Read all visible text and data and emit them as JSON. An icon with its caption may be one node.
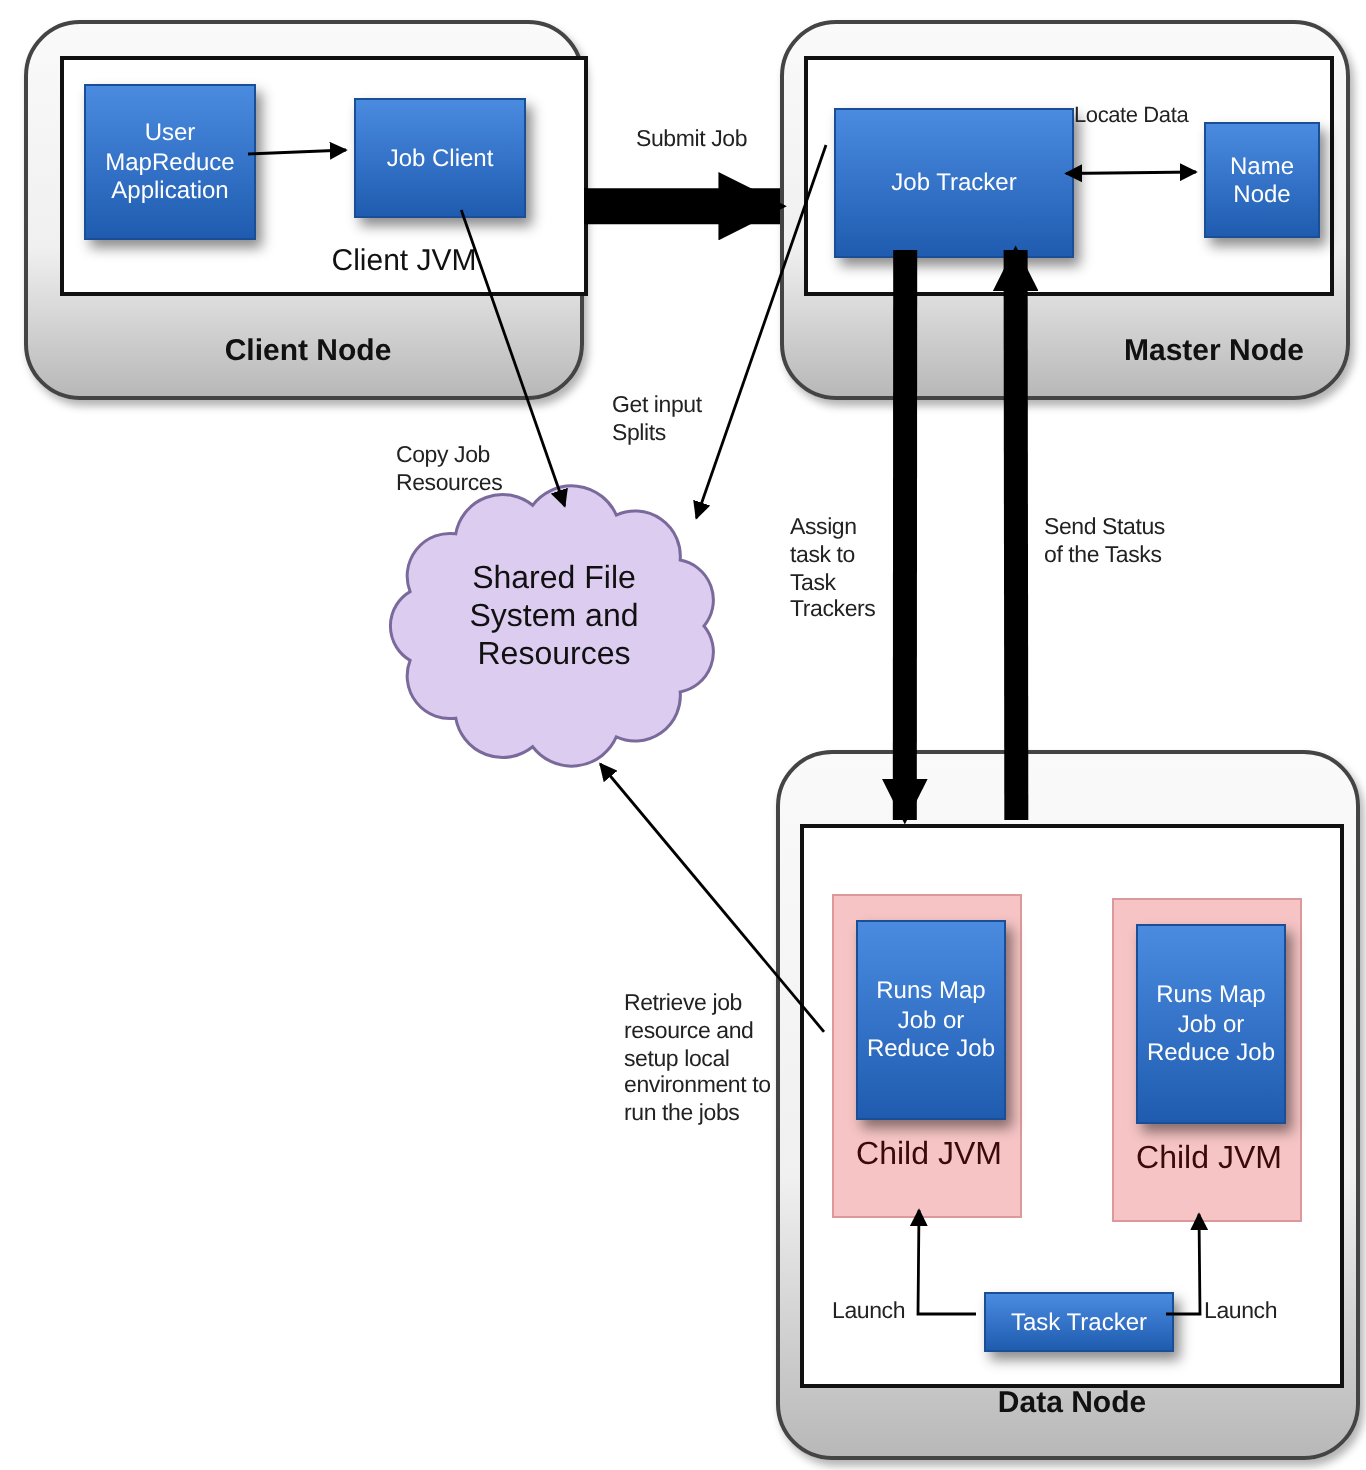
{
  "diagram": {
    "nodes": [
      {
        "text": [
          "Client Node"
        ]
      },
      {
        "text": [
          "Client JVM"
        ],
        "in": 0
      },
      {
        "text": [
          "User MapReduce Application"
        ],
        "in": 1
      },
      {
        "text": [
          "Job Client"
        ],
        "in": 1
      },
      {
        "text": [
          "Master Node"
        ]
      },
      {
        "text": [],
        "shape": "box",
        "in": 4
      },
      {
        "text": [
          "Job Tracker"
        ],
        "in": 5
      },
      {
        "text": [
          "Name Node"
        ],
        "in": 5
      },
      {
        "text": [
          "Shared File System and Resources"
        ]
      },
      {
        "text": [
          "Data Node"
        ]
      },
      {
        "text": [],
        "shape": "box",
        "in": 9
      },
      {
        "text": [
          "Child JVM"
        ],
        "in": 10
      },
      {
        "text": [
          "Runs Map Job or Reduce Job"
        ],
        "in": 11
      },
      {
        "text": [
          "Child JVM"
        ],
        "in": 10
      },
      {
        "text": [
          "Runs Map Job or Reduce Job"
        ],
        "in": 13
      },
      {
        "text": [
          "Task Tracker"
        ],
        "in": 10
      }
    ],
    "edges": [
      {
        "from": 2,
        "to": 3,
        "arrow": "to"
      },
      {
        "from": 0,
        "to": 4,
        "arrow": "to",
        "label": "Submit Job",
        "style": "thick"
      },
      {
        "from": 6,
        "to": 7,
        "arrow": "both",
        "label": "Locate Data"
      },
      {
        "from": 3,
        "to": 8,
        "arrow": "to",
        "label": "Copy Job Resources"
      },
      {
        "from": 6,
        "to": 8,
        "arrow": "to",
        "label": "Get input Splits"
      },
      {
        "from": 6,
        "to": 10,
        "arrow": "to",
        "label": "Assign task to Task Trackers",
        "style": "thick"
      },
      {
        "from": 10,
        "to": 6,
        "arrow": "to",
        "label": "Send Status of the Tasks",
        "style": "thick"
      },
      {
        "from": 11,
        "to": 8,
        "arrow": "to",
        "label": "Retrieve job resource and setup local environment to run the jobs"
      },
      {
        "from": 15,
        "to": 11,
        "arrow": "to",
        "label": "Launch"
      },
      {
        "from": 15,
        "to": 13,
        "arrow": "to",
        "label": "Launch"
      }
    ]
  }
}
